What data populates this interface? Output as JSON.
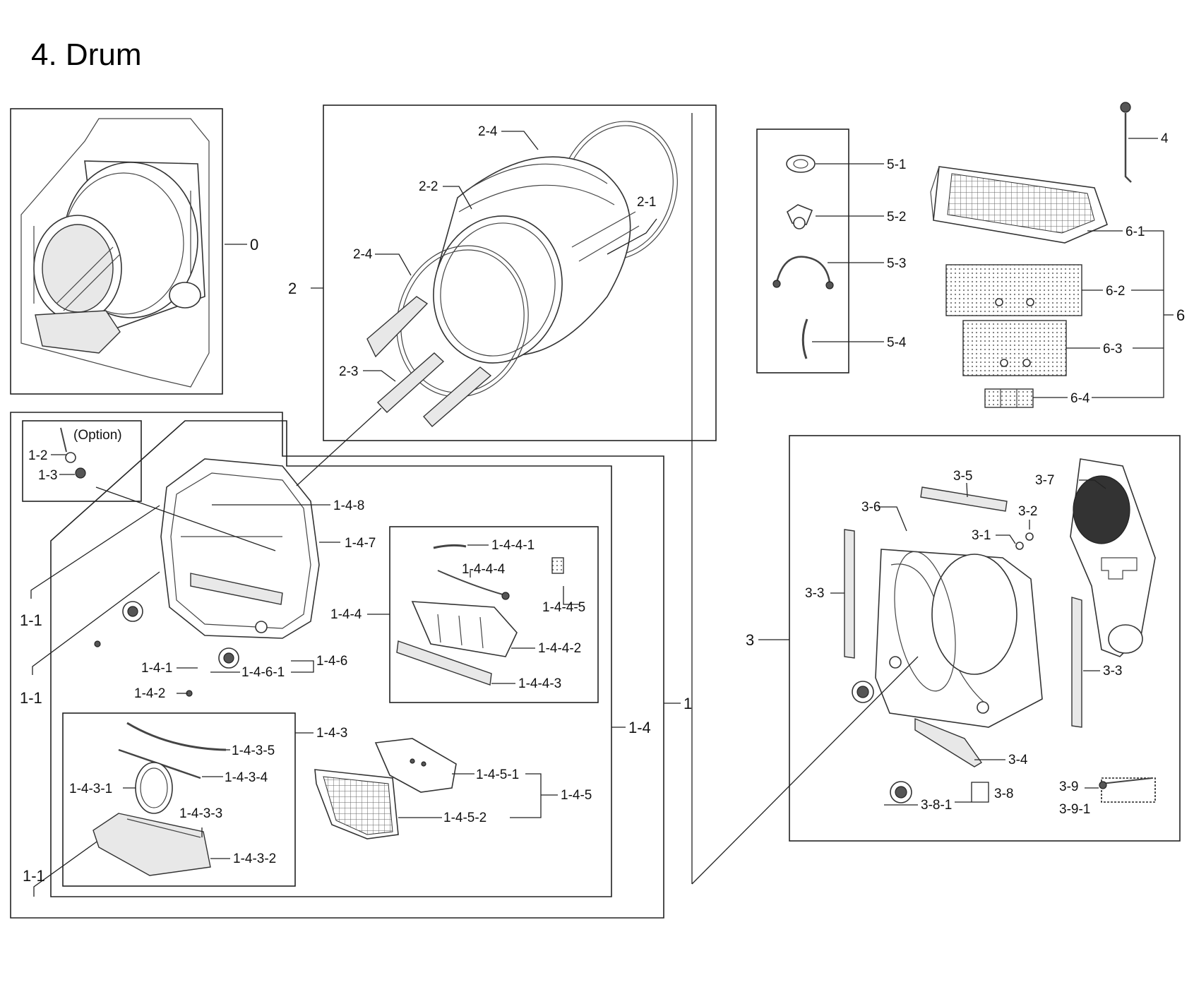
{
  "title": "4. Drum",
  "labels": {
    "l_0": "0",
    "l_1": "1",
    "l_2": "2",
    "l_3": "3",
    "l_4": "4",
    "l_6": "6",
    "l_1_1_a": "1-1",
    "l_1_1_b": "1-1",
    "l_1_1_c": "1-1",
    "l_1_2": "1-2",
    "l_1_3": "1-3",
    "l_option": "(Option)",
    "l_1_4": "1-4",
    "l_1_4_1": "1-4-1",
    "l_1_4_2": "1-4-2",
    "l_1_4_3": "1-4-3",
    "l_1_4_3_1": "1-4-3-1",
    "l_1_4_3_2": "1-4-3-2",
    "l_1_4_3_3": "1-4-3-3",
    "l_1_4_3_4": "1-4-3-4",
    "l_1_4_3_5": "1-4-3-5",
    "l_1_4_4": "1-4-4",
    "l_1_4_4_1": "1-4-4-1",
    "l_1_4_4_2": "1-4-4-2",
    "l_1_4_4_3": "1-4-4-3",
    "l_1_4_4_4": "1-4-4-4",
    "l_1_4_4_5": "1-4-4-5",
    "l_1_4_5": "1-4-5",
    "l_1_4_5_1": "1-4-5-1",
    "l_1_4_5_2": "1-4-5-2",
    "l_1_4_6": "1-4-6",
    "l_1_4_6_1": "1-4-6-1",
    "l_1_4_7": "1-4-7",
    "l_1_4_8": "1-4-8",
    "l_2_1": "2-1",
    "l_2_2": "2-2",
    "l_2_3": "2-3",
    "l_2_4_a": "2-4",
    "l_2_4_b": "2-4",
    "l_3_1": "3-1",
    "l_3_2": "3-2",
    "l_3_3_a": "3-3",
    "l_3_3_b": "3-3",
    "l_3_4": "3-4",
    "l_3_5": "3-5",
    "l_3_6": "3-6",
    "l_3_7": "3-7",
    "l_3_8": "3-8",
    "l_3_8_1": "3-8-1",
    "l_3_9": "3-9",
    "l_3_9_1": "3-9-1",
    "l_5_1": "5-1",
    "l_5_2": "5-2",
    "l_5_3": "5-3",
    "l_5_4": "5-4",
    "l_6_1": "6-1",
    "l_6_2": "6-2",
    "l_6_3": "6-3",
    "l_6_4": "6-4"
  },
  "icons": {
    "parts": [
      "drum-assembly-icon",
      "drum-rear-ring-icon",
      "drum-body-icon",
      "drum-front-ring-icon",
      "drum-lifter-icon",
      "front-frame-icon",
      "rear-frame-icon",
      "exhaust-duct-icon",
      "steam-nozzle-icon",
      "heater-cover-icon",
      "lint-filter-icon",
      "roller-icon",
      "sensor-icon",
      "cable-icon"
    ]
  }
}
